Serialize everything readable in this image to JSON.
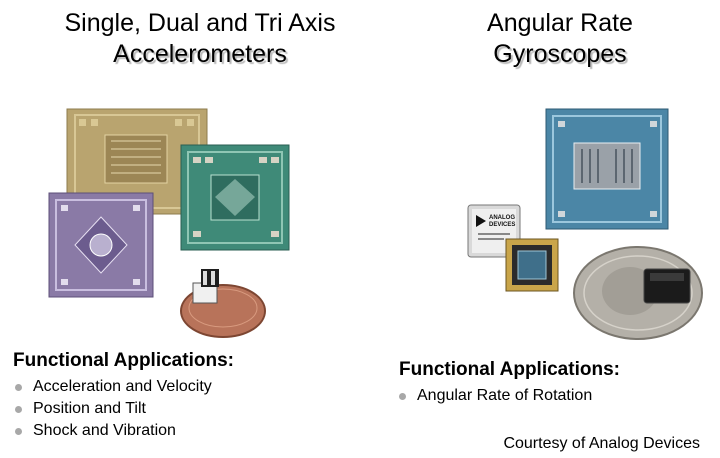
{
  "left": {
    "title_line1": "Single, Dual and Tri Axis",
    "title_line2": "Accelerometers",
    "section_heading": "Functional Applications:",
    "items": [
      "Acceleration and Velocity",
      "Position and Tilt",
      "Shock and Vibration"
    ],
    "image_icon": "accelerometer-chips-on-penny-image"
  },
  "right": {
    "title_line1": "Angular Rate",
    "title_line2": "Gyroscopes",
    "section_heading": "Functional Applications:",
    "items": [
      "Angular Rate of Rotation"
    ],
    "image_icon": "gyroscope-chips-on-quarter-image",
    "package_label_line1": "ANALOG",
    "package_label_line2": "DEVICES"
  },
  "footer": {
    "courtesy": "Courtesy of Analog Devices"
  },
  "colors": {
    "bullet": "#a8a8a8",
    "die_gold": "#b9a46f",
    "die_purple": "#8a7aa6",
    "die_green": "#3f8a78",
    "die_blue": "#4b86a6",
    "coin_copper": "#b8735a",
    "coin_silver": "#b4b0a8"
  }
}
